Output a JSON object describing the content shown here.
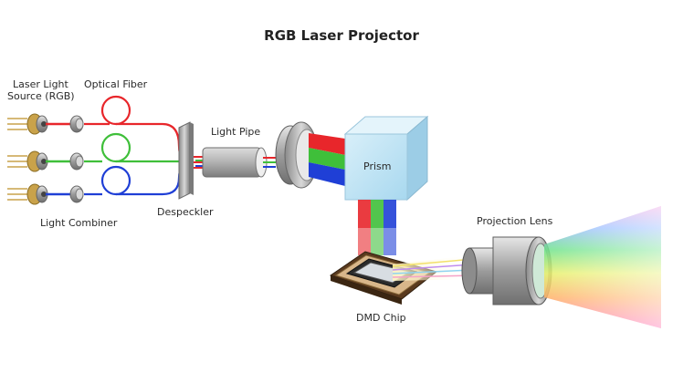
{
  "title": "RGB Laser Projector",
  "labels": {
    "laser_source_line1": "Laser Light",
    "laser_source_line2": "Source (RGB)",
    "optical_fiber": "Optical Fiber",
    "light_combiner": "Light Combiner",
    "despeckler": "Despeckler",
    "light_pipe": "Light Pipe",
    "prism": "Prism",
    "dmd_chip": "DMD Chip",
    "projection_lens": "Projection Lens"
  },
  "colors": {
    "red": "#e8262b",
    "green": "#3fbf3a",
    "blue": "#1f3fd6",
    "prism_face": "#bfe3f5",
    "metal": "#a9a9a9",
    "chip_frame": "#6b4a2a"
  }
}
